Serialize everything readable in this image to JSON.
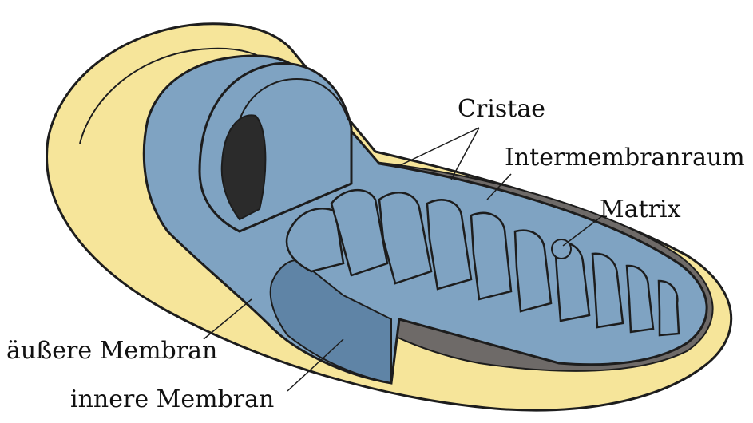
{
  "labels": {
    "cristae": "Cristae",
    "intermembrane_space": "Intermembranraum",
    "matrix": "Matrix",
    "outer_membrane": "äußere Membran",
    "inner_membrane": "innere Membran"
  },
  "colors": {
    "outer_membrane": "#f6e59a",
    "inner_membrane": "#7fa3c2",
    "inner_membrane_dark": "#5f84a6",
    "outline": "#1d1d1d",
    "interior_shadow": "#6e6a68",
    "cavity": "#2b2b2b",
    "background": "#ffffff"
  }
}
